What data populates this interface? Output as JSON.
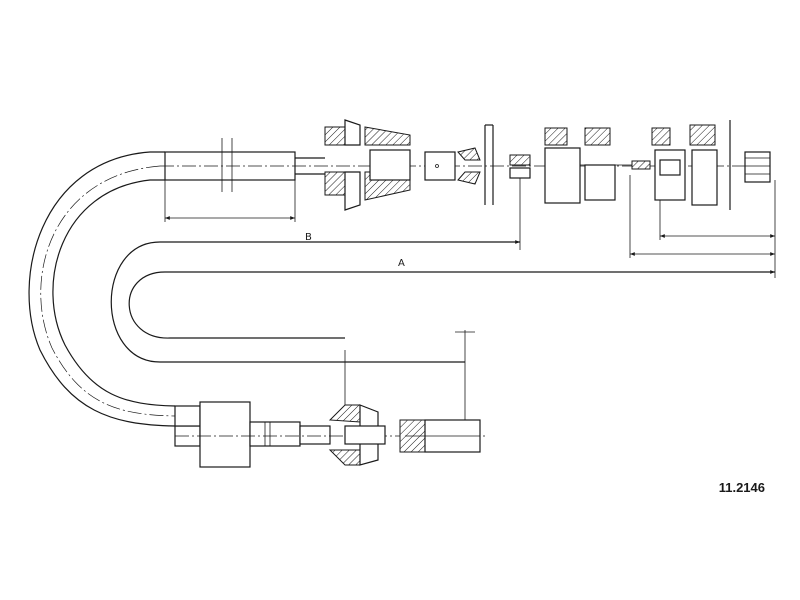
{
  "part_number": "11.2146",
  "dimensions": {
    "a_label": "A",
    "b_label": "B"
  }
}
